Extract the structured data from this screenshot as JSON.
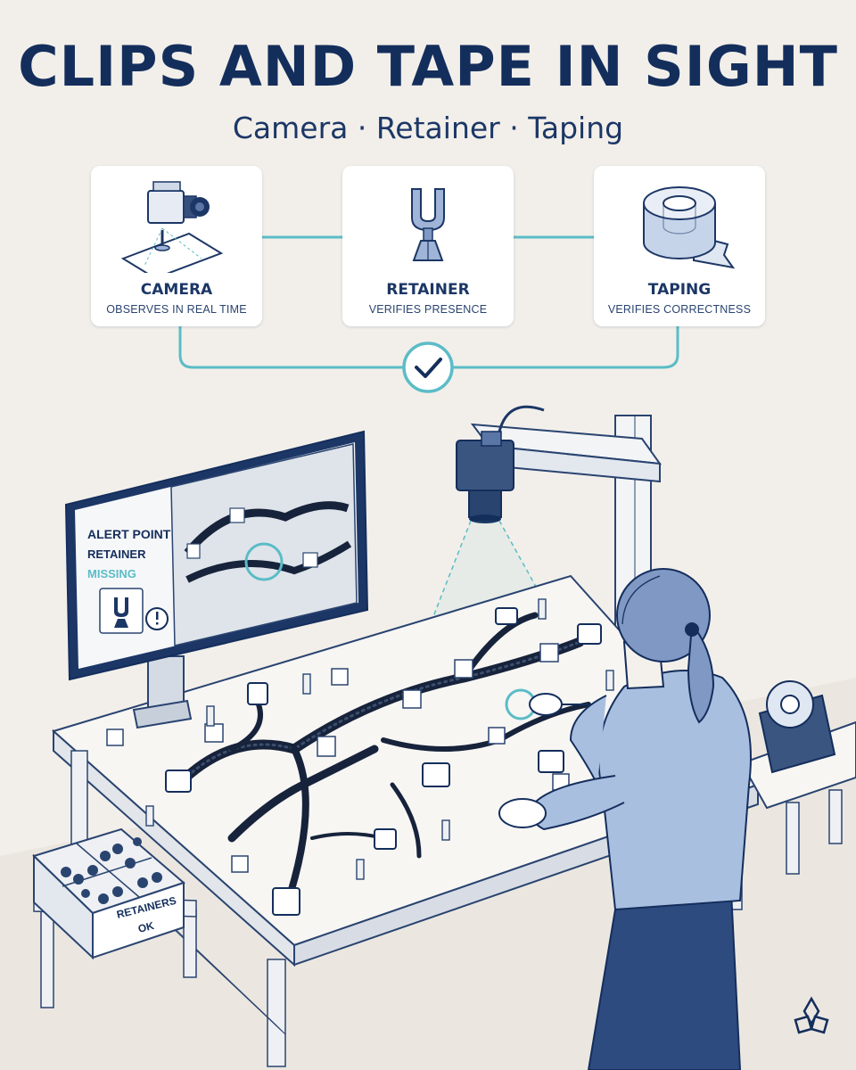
{
  "header": {
    "title": "CLIPS AND TAPE IN SIGHT",
    "subtitle": "Camera · Retainer · Taping"
  },
  "steps": [
    {
      "label": "CAMERA",
      "description": "OBSERVES IN REAL TIME",
      "icon": "camera-icon"
    },
    {
      "label": "RETAINER",
      "description": "VERIFIES PRESENCE",
      "icon": "retainer-icon"
    },
    {
      "label": "TAPING",
      "description": "VERIFIES CORRECTNESS",
      "icon": "tape-roll-icon"
    }
  ],
  "monitor": {
    "alert_title": "ALERT POINT",
    "alert_item": "RETAINER",
    "alert_status": "MISSING"
  },
  "bin": {
    "label_line1": "RETAINERS",
    "label_line2": "OK"
  },
  "colors": {
    "navy": "#142e5c",
    "teal": "#5bbcc6",
    "background": "#f2efea",
    "card": "#ffffff",
    "shirt": "#a9bfe0"
  }
}
